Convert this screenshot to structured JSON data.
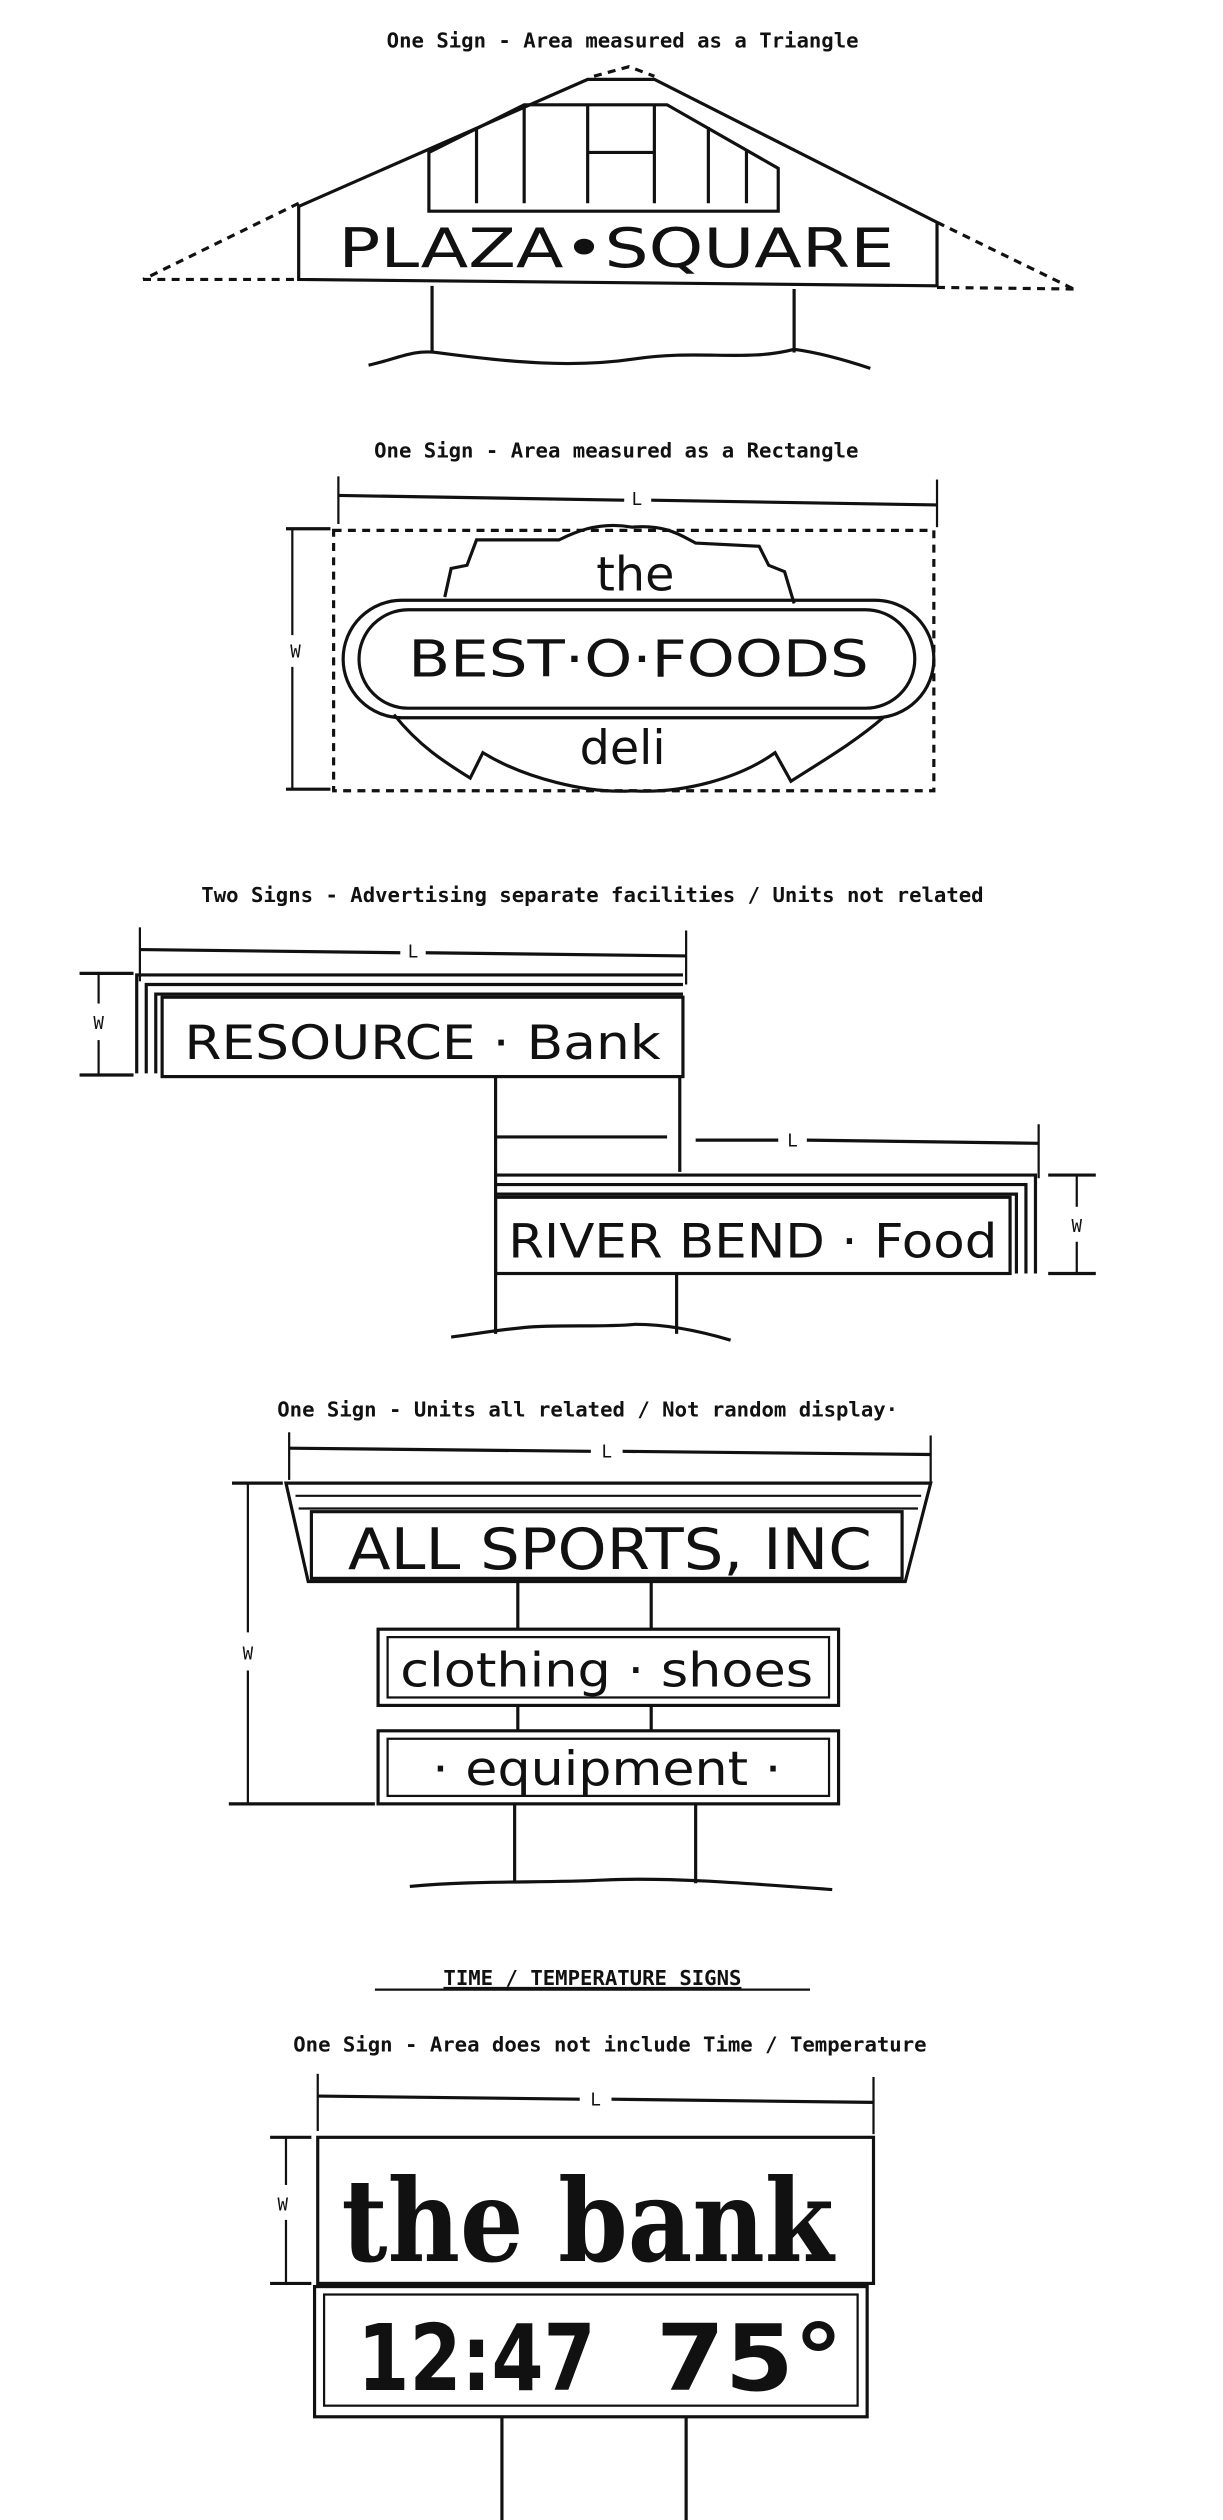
{
  "diagrams": [
    {
      "caption": "One Sign - Area measured as a Triangle",
      "sign_text": "PLAZA•SQUARE"
    },
    {
      "caption": "One Sign - Area measured as a Rectangle",
      "top_text": "the",
      "sign_text": "BEST·O·FOODS",
      "bottom_text": "deli",
      "length_label": "L",
      "width_label": "W"
    },
    {
      "caption": "Two Signs - Advertising separate facilities / Units not related",
      "sign1_text": "RESOURCE · Bank",
      "sign2_text": "RIVER BEND · Food",
      "length_label": "L",
      "width_label": "W"
    },
    {
      "caption": "One Sign - Units all related / Not random display·",
      "top_text": "ALL  SPORTS, INC",
      "middle_text": "clothing  ·  shoes",
      "bottom_text": "·  equipment  ·",
      "length_label": "L",
      "width_label": "W"
    }
  ],
  "time_temp": {
    "heading": "TIME / TEMPERATURE SIGNS",
    "caption": "One Sign - Area does not include Time / Temperature",
    "sign_text": "the bank",
    "time": "12:47",
    "temperature": "75°",
    "length_label": "L",
    "width_label": "W"
  }
}
